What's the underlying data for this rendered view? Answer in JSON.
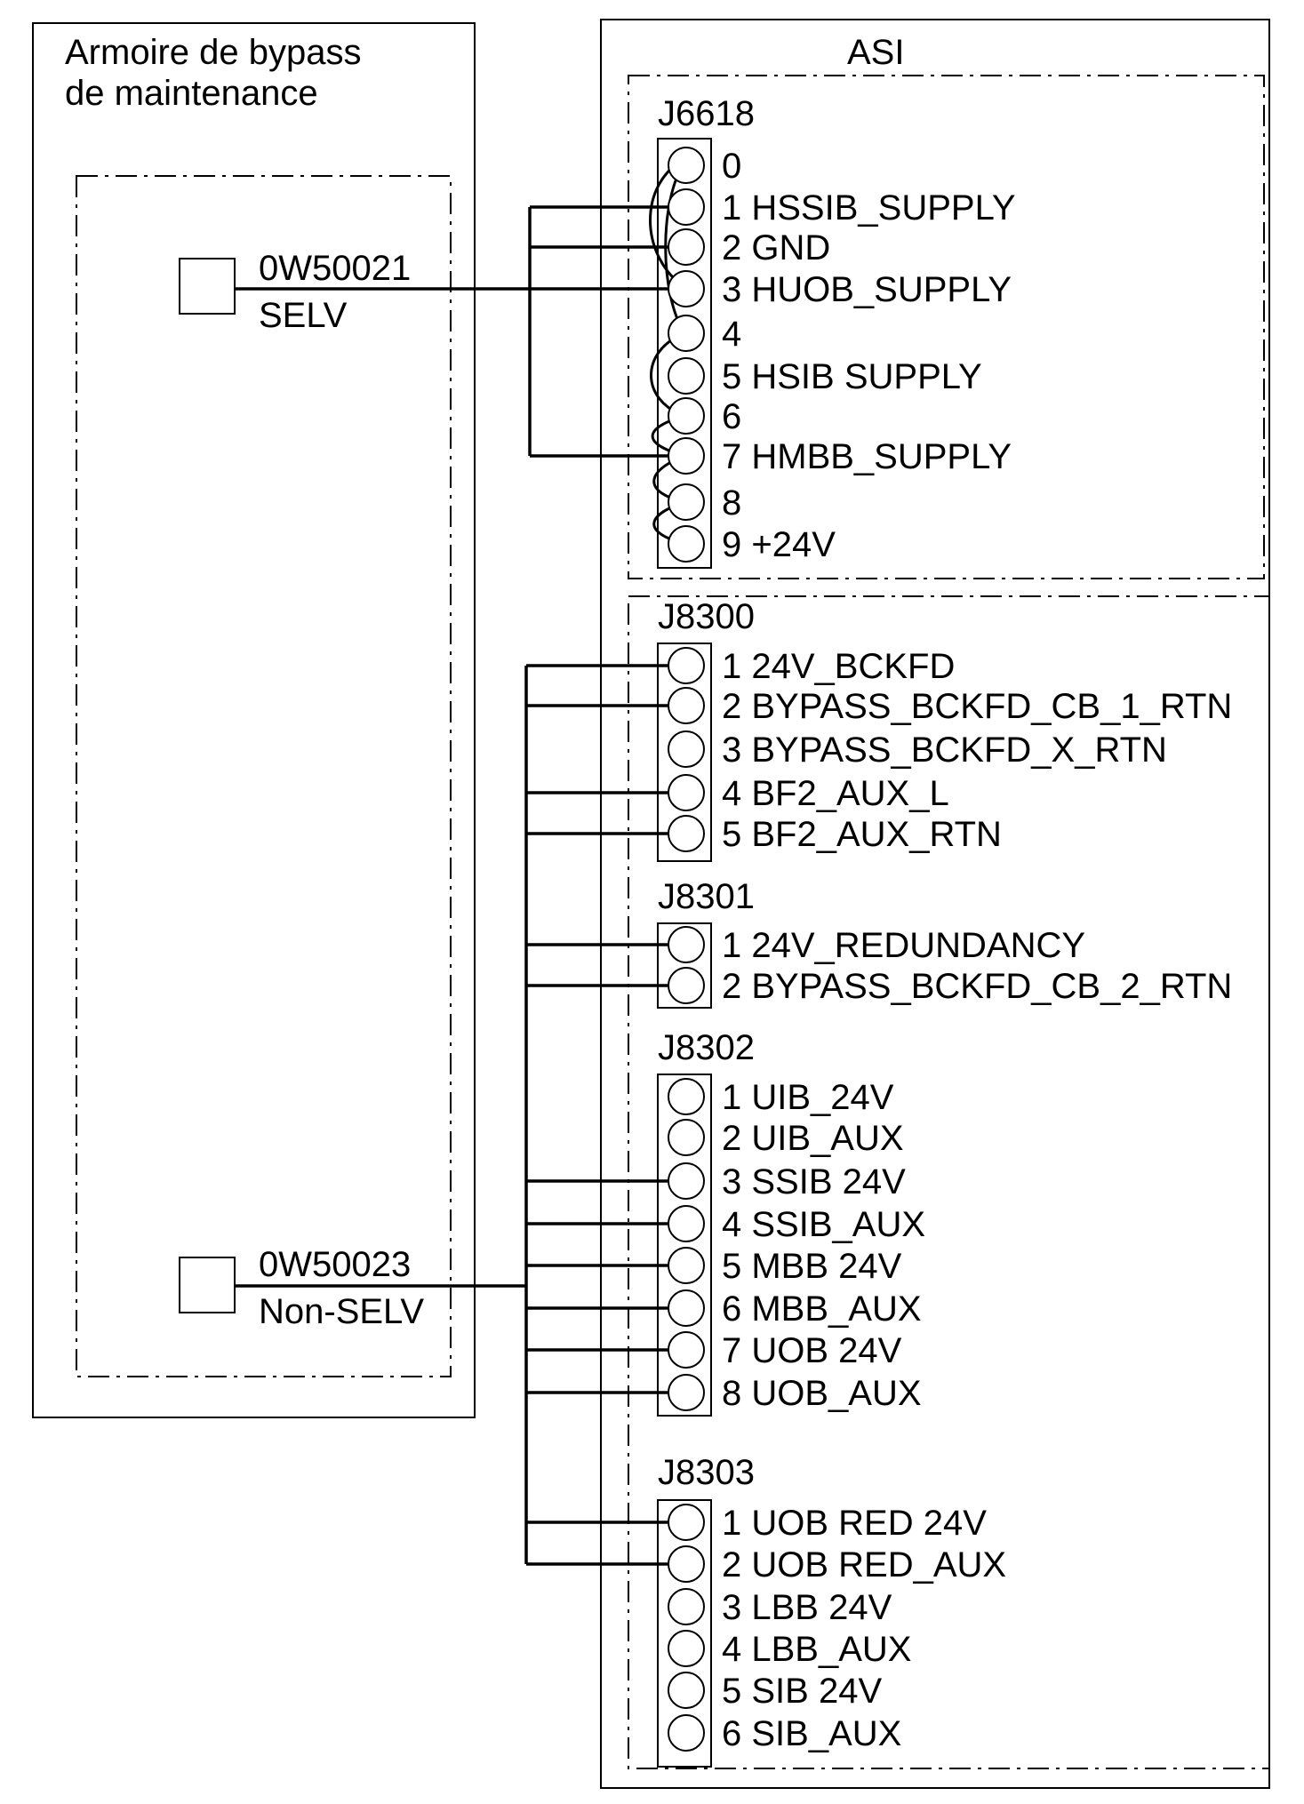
{
  "left_panel": {
    "title_line1": "Armoire de bypass",
    "title_line2": "de maintenance",
    "terminal_top": {
      "id": "0W50021",
      "type": "SELV"
    },
    "terminal_bottom": {
      "id": "0W50023",
      "type": "Non-SELV"
    }
  },
  "right_panel": {
    "title": "ASI",
    "connectors": [
      {
        "name": "J6618",
        "pins": [
          "0",
          "1 HSSIB_SUPPLY",
          "2 GND",
          "3 HUOB_SUPPLY",
          "4",
          "5 HSIB SUPPLY",
          "6",
          "7 HMBB_SUPPLY",
          "8",
          "9  +24V"
        ]
      },
      {
        "name": "J8300",
        "pins": [
          "1 24V_BCKFD",
          "2 BYPASS_BCKFD_CB_1_RTN",
          "3 BYPASS_BCKFD_X_RTN",
          "4 BF2_AUX_L",
          "5 BF2_AUX_RTN"
        ]
      },
      {
        "name": "J8301",
        "pins": [
          "1 24V_REDUNDANCY",
          "2 BYPASS_BCKFD_CB_2_RTN"
        ]
      },
      {
        "name": "J8302",
        "pins": [
          "1 UIB_24V",
          "2 UIB_AUX",
          "3 SSIB 24V",
          "4 SSIB_AUX",
          "5 MBB 24V",
          "6 MBB_AUX",
          "7 UOB 24V",
          "8 UOB_AUX"
        ]
      },
      {
        "name": "J8303",
        "pins": [
          "1 UOB RED 24V",
          "2 UOB RED_AUX",
          "3 LBB 24V",
          "4 LBB_AUX",
          "5 SIB 24V",
          "6 SIB_AUX"
        ]
      }
    ]
  }
}
